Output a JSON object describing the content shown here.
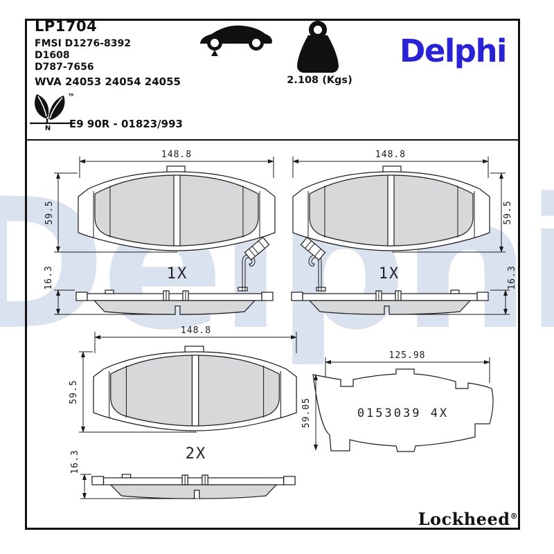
{
  "header": {
    "part_number": "LP1704",
    "fmsi1": "FMSI D1276-8392",
    "fmsi2": "D1608",
    "fmsi3": "D787-7656",
    "wva": "WVA 24053 24054 24055",
    "approval": "E9 90R - 01823/993",
    "eco_n": "N",
    "eco_tm": "TM",
    "weight": "2.108 (Kgs)",
    "brand": "Delphi"
  },
  "watermark": {
    "text": "Delphi"
  },
  "footer": {
    "brand": "Lockheed",
    "reg": "®"
  },
  "dims": {
    "pad_left": {
      "width": "148.8",
      "height": "59.5",
      "thickness": "16.3",
      "qty": "1X"
    },
    "pad_right": {
      "width": "148.8",
      "height": "59.5",
      "thickness": "16.3",
      "qty": "1X"
    },
    "pad_bottom": {
      "width": "148.8",
      "height": "59.5",
      "thickness": "16.3",
      "qty": "2X"
    },
    "shim": {
      "width": "125.98",
      "height": "59.05",
      "stamp": "0153039 4X"
    }
  },
  "colors": {
    "brand_blue": "#2a23d6",
    "watermark_blue": "#d9e2ee",
    "pad_gray": "#d6d8d9",
    "line": "#1a1a1a"
  }
}
